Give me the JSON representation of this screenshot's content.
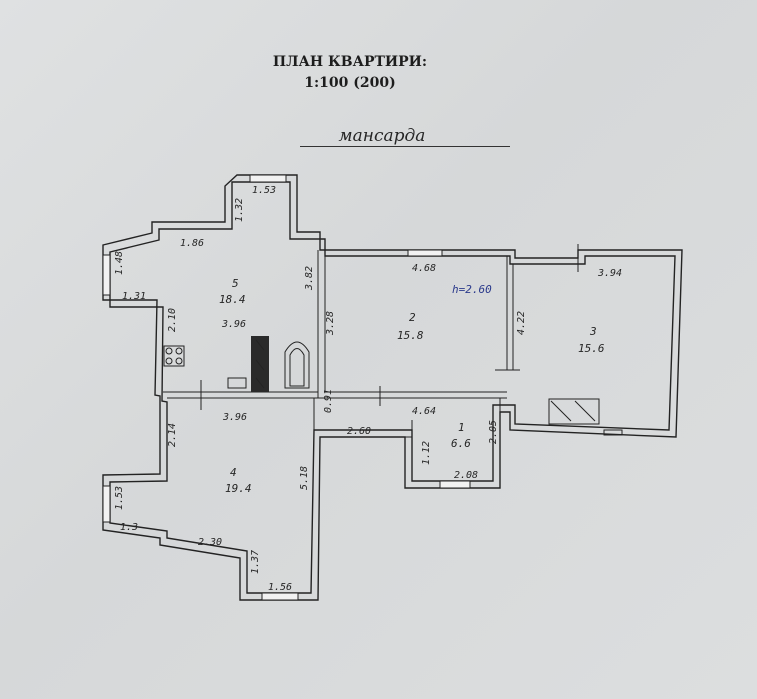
{
  "title": {
    "line1": "ПЛАН КВАРТИРИ:",
    "line2": "1:100 (200)"
  },
  "floor_label": "мансарда",
  "ceiling_height": "h=2.60",
  "rooms": [
    {
      "number": "5",
      "area": "18.4"
    },
    {
      "number": "2",
      "area": "15.8"
    },
    {
      "number": "3",
      "area": "15.6"
    },
    {
      "number": "1",
      "area": "6.6"
    },
    {
      "number": "4",
      "area": "19.4"
    }
  ],
  "dims": [
    "1.53",
    "1.32",
    "1.86",
    "1.48",
    "1.31",
    "2.10",
    "3.82",
    "3.96",
    "4.68",
    "3.28",
    "3.94",
    "4.22",
    "3.96",
    "0.91",
    "4.64",
    "2.14",
    "2.60",
    "2.05",
    "1.12",
    "2.08",
    "5.18",
    "1.53",
    "1.3",
    "2.30",
    "1.37",
    "1.56"
  ]
}
